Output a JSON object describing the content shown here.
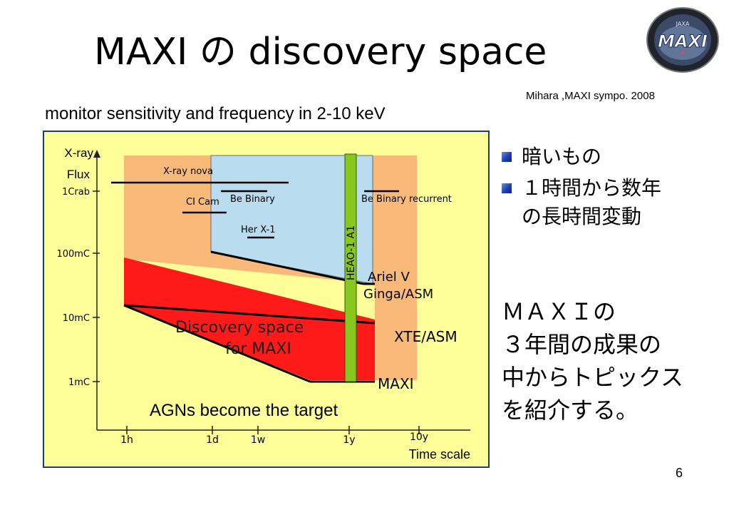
{
  "slide": {
    "title": "MAXI の discovery space",
    "credit": "Mihara ,MAXI sympo. 2008",
    "subtitle": "monitor sensitivity and frequency in 2-10 keV",
    "page_number": "6",
    "logo_text": "MAXI",
    "logo_small_text": "JAXA"
  },
  "bullets": [
    {
      "text": "暗いもの"
    },
    {
      "text": "１時間から数年\nの長時間変動"
    }
  ],
  "summary": "ＭＡＸＩの\n３年間の成果の\n中からトピックス\nを紹介する。",
  "chart_data": {
    "type": "diagram",
    "ylabel": "X-ray\nFlux",
    "xlabel": "Time scale",
    "y_ticks": [
      "1Crab",
      "100mC",
      "10mC",
      "1mC"
    ],
    "x_ticks": [
      "1h",
      "1d",
      "1w",
      "1y",
      "10y"
    ],
    "labels": {
      "nova": "X-ray nova",
      "cicam": "CI Cam",
      "bebinary": "Be Binary",
      "herx1": "Her X-1",
      "berecurrent": "Be Binary recurrent",
      "heao": "HEAO-1 A1",
      "ariel": "Ariel V",
      "ginga": "Ginga/ASM",
      "xte": "XTE/ASM",
      "maxi": "MAXI",
      "discovery1": "Discovery space",
      "discovery2": "for MAXI",
      "agn": "AGNs become the target"
    },
    "colors": {
      "background": "#ffff99",
      "frame": "#1a3a8c",
      "region_orange": "#f9b978",
      "region_blue": "#b9dcef",
      "region_red": "#ff1a1a",
      "heao_bar": "#88c81e",
      "bullet": "#2744b8"
    }
  }
}
